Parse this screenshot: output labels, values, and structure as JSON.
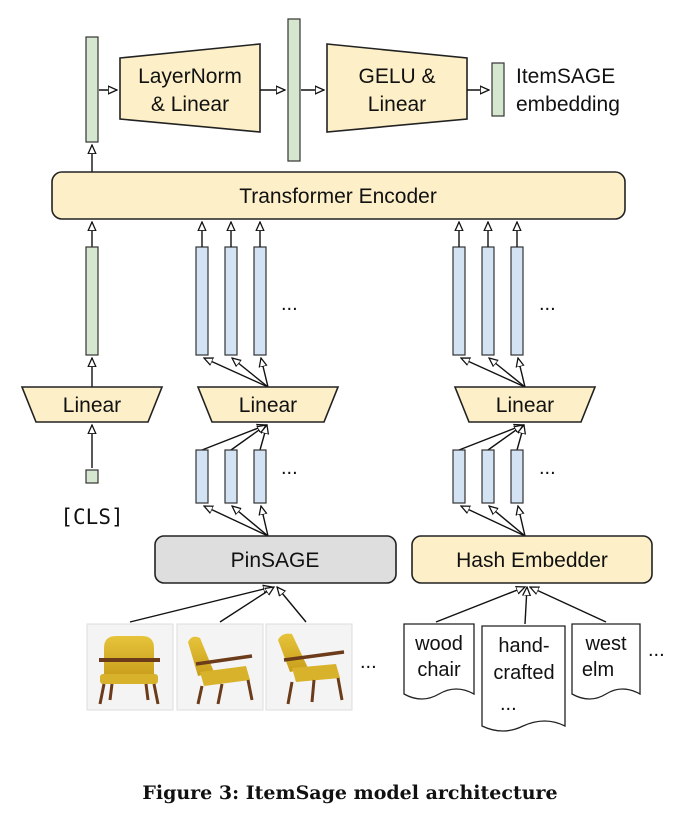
{
  "diagram": {
    "top": {
      "layernorm_l1": "LayerNorm",
      "layernorm_l2": "& Linear",
      "gelu_l1": "GELU &",
      "gelu_l2": "Linear",
      "output_l1": "ItemSAGE",
      "output_l2": "embedding"
    },
    "transformer": "Transformer Encoder",
    "linear_cls": "Linear",
    "linear_image": "Linear",
    "linear_text": "Linear",
    "cls_token": "[CLS]",
    "pinsage": "PinSAGE",
    "hash_embedder": "Hash Embedder",
    "ellipsis": "...",
    "docs": [
      {
        "lines": [
          "wood",
          "chair"
        ]
      },
      {
        "lines": [
          "hand-",
          "crafted",
          "..."
        ]
      },
      {
        "lines": [
          "west",
          "elm"
        ]
      }
    ],
    "caption": "Figure 3: ItemSage model architecture"
  }
}
